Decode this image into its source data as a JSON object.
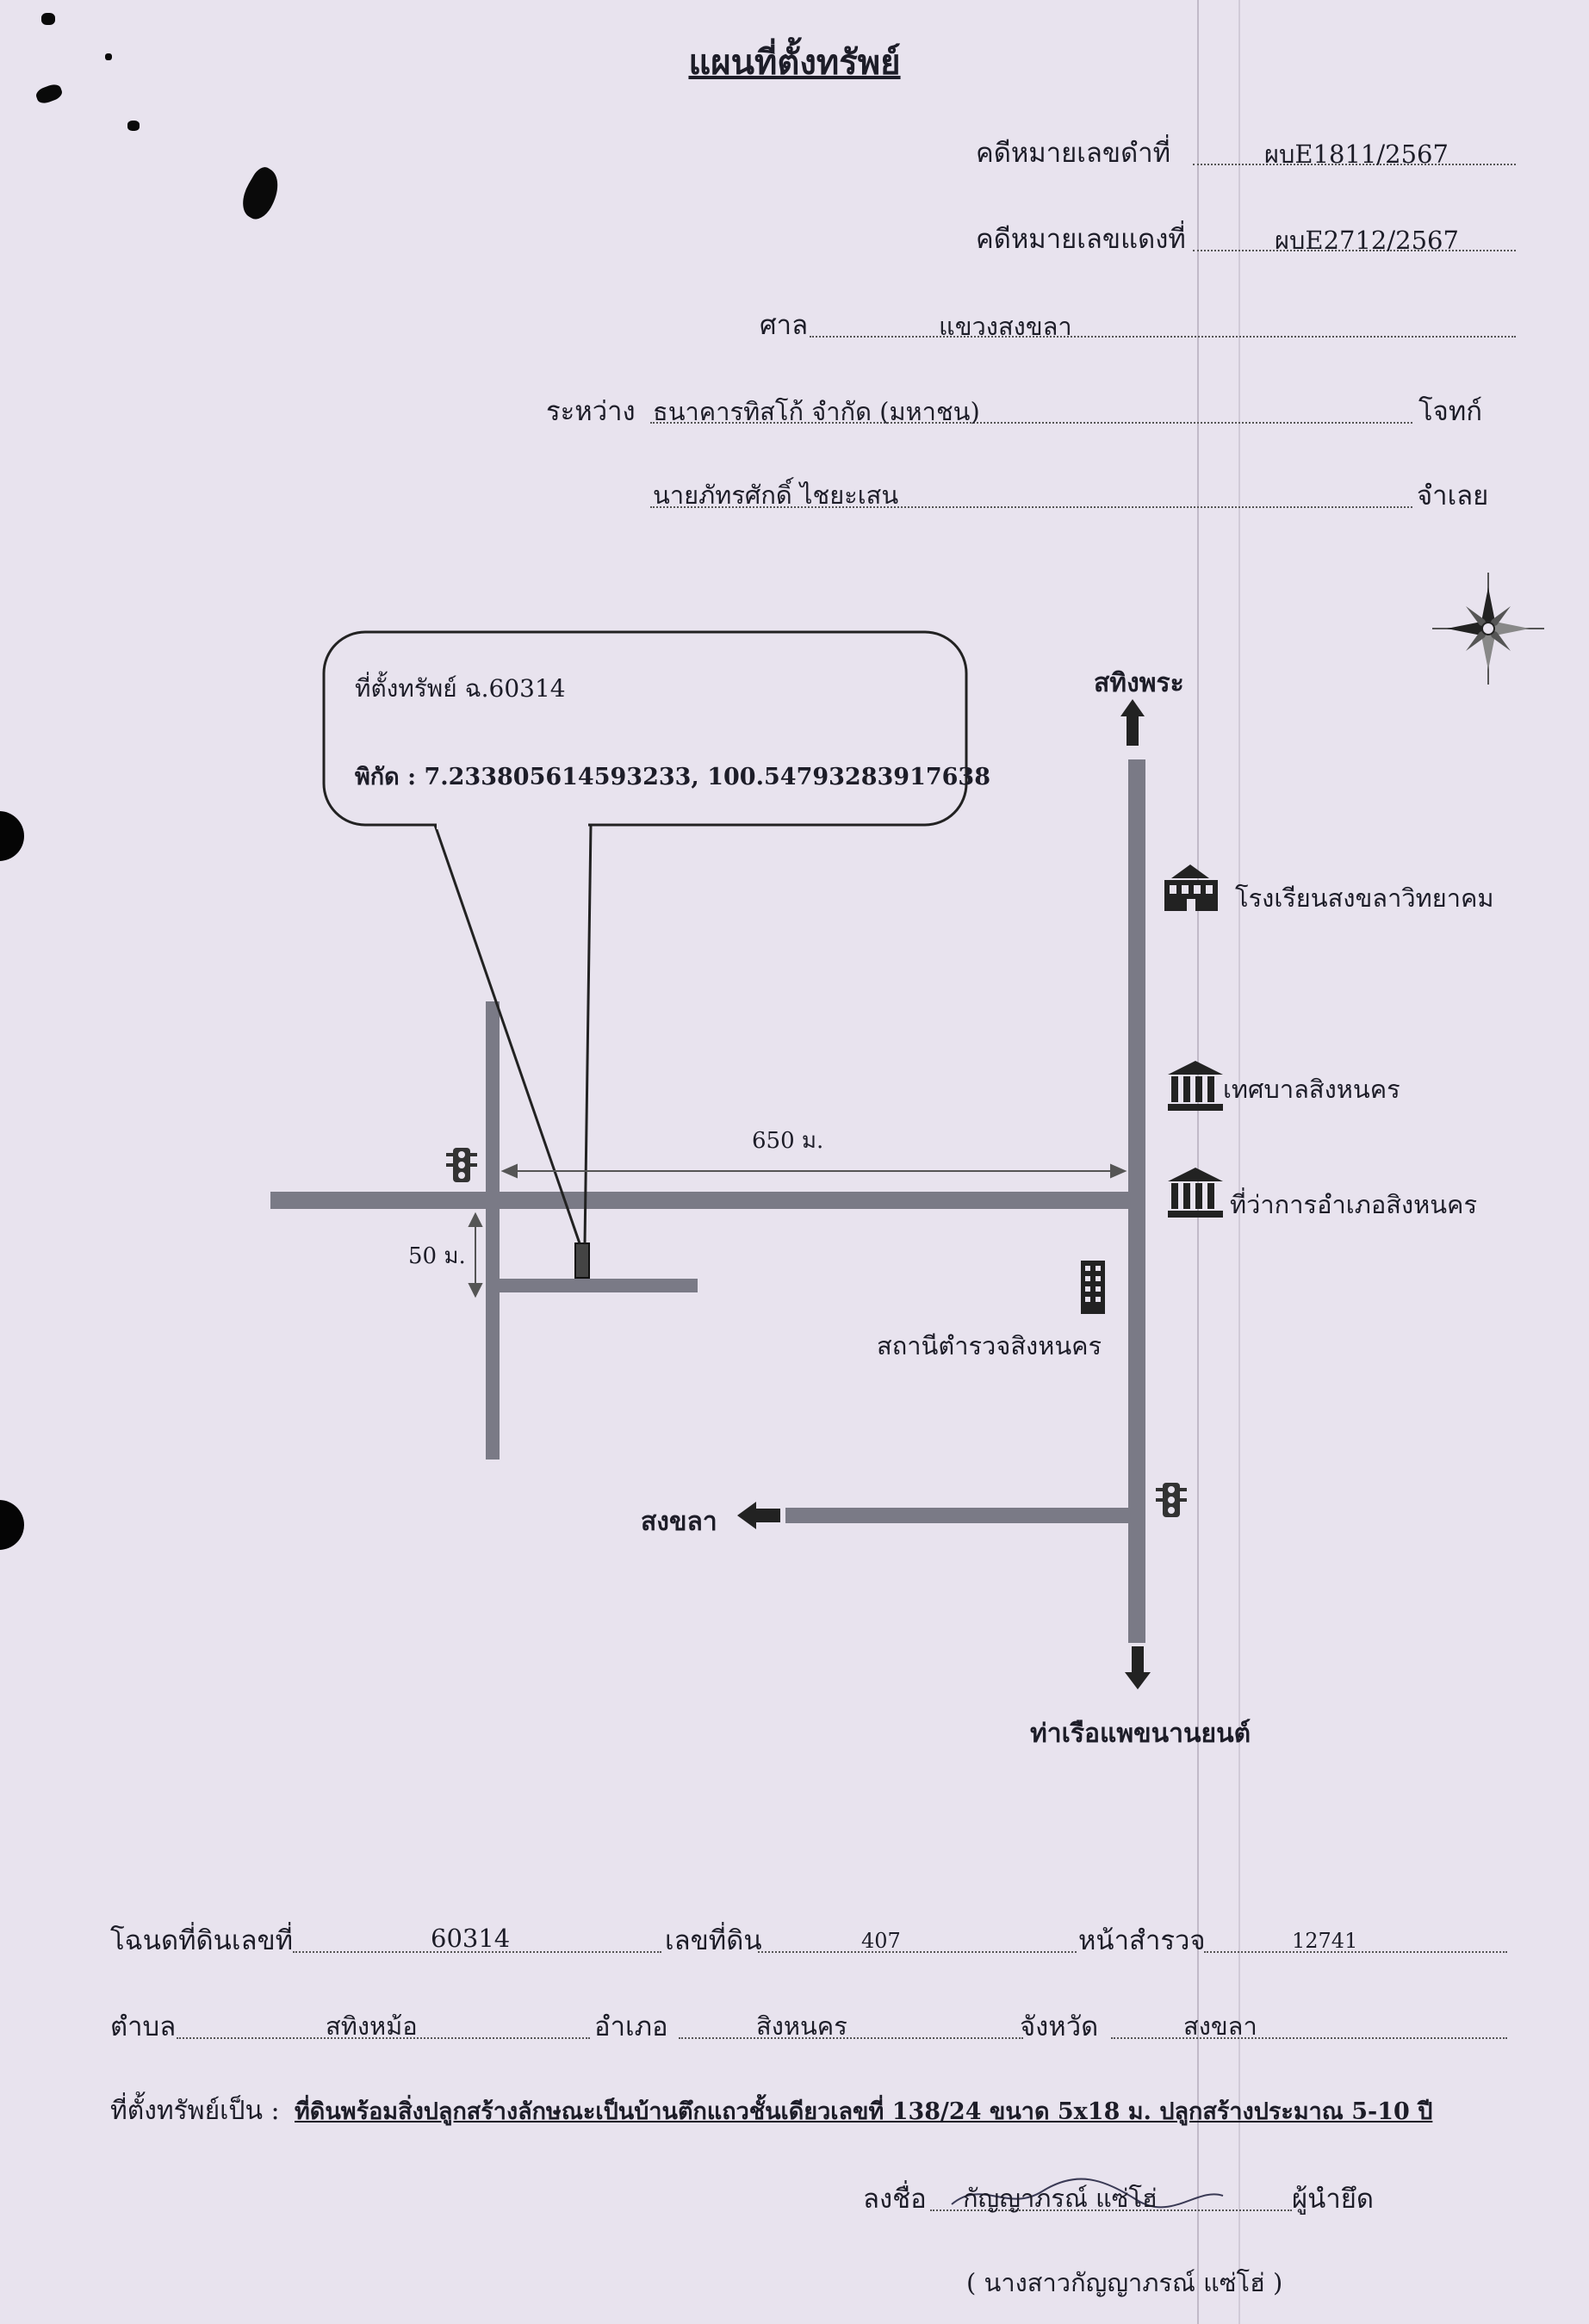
{
  "title": "แผนที่ตั้งทรัพย์",
  "case": {
    "black_label": "คดีหมายเลขดำที่",
    "black_value": "ผบE1811/2567",
    "red_label": "คดีหมายเลขแดงที่",
    "red_value": "ผบE2712/2567",
    "court_label": "ศาล",
    "court_value": "แขวงสงขลา",
    "between_label": "ระหว่าง",
    "plaintiff": "ธนาคารทิสโก้ จำกัด (มหาชน)",
    "plaintiff_role": "โจทก์",
    "defendant": "นายภัทรศักดิ์ ไชยะเสน",
    "defendant_role": "จำเลย"
  },
  "map": {
    "callout_line1": "ที่ตั้งทรัพย์ ฉ.60314",
    "callout_line2": "พิกัด : 7.233805614593233, 100.54793283917638",
    "north_place": "สทิงพระ",
    "south_place": "ท่าเรือแพขนานยนต์",
    "west_place": "สงขลา",
    "school": "โรงเรียนสงขลาวิทยาคม",
    "municipality": "เทศบาลสิงหนคร",
    "district_office": "ที่ว่าการอำเภอสิงหนคร",
    "police_station": "สถานีตำรวจสิงหนคร",
    "distance_h": "650 ม.",
    "distance_v": "50 ม.",
    "icons": [
      "compass-rose-icon",
      "school-icon",
      "government-building-icon",
      "office-tower-icon",
      "traffic-light-icon",
      "arrow-icon"
    ],
    "road_color": "#7a7a86"
  },
  "deed": {
    "deed_label": "โฉนดที่ดินเลขที่",
    "deed_value": "60314",
    "land_label": "เลขที่ดิน",
    "land_value": "407",
    "survey_label": "หน้าสำรวจ",
    "survey_value": "12741",
    "subdistrict_label": "ตำบล",
    "subdistrict_value": "สทิงหม้อ",
    "district_label": "อำเภอ",
    "district_value": "สิงหนคร",
    "province_label": "จังหวัด",
    "province_value": "สงขลา",
    "property_label": "ที่ตั้งทรัพย์เป็น :",
    "property_value": "ที่ดินพร้อมสิ่งปลูกสร้างลักษณะเป็นบ้านตึกแถวชั้นเดียวเลขที่ 138/24 ขนาด 5x18 ม. ปลูกสร้างประมาณ 5-10 ปี"
  },
  "signature": {
    "sign_label": "ลงชื่อ",
    "signer": "กัญญาภรณ์ แซ่โฮ่",
    "role": "ผู้นำยึด",
    "fullname": "( นางสาวกัญญาภรณ์ แซ่โฮ่ )"
  }
}
